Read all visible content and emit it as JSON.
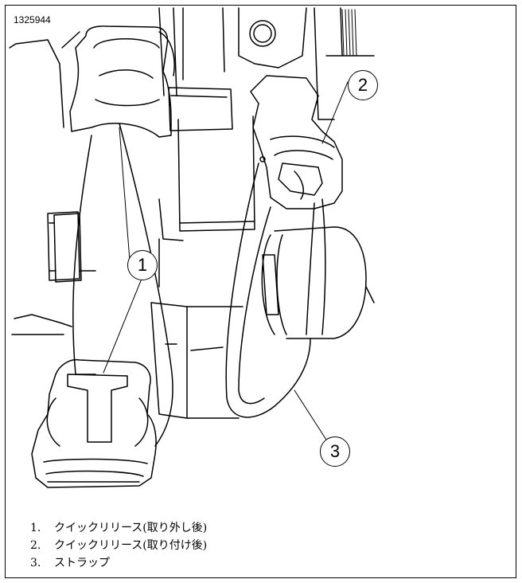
{
  "figure_id": "1325944",
  "callouts": [
    "1",
    "2",
    "3"
  ],
  "legend": [
    {
      "num": "1.",
      "text": "クイックリリース(取り外し後)"
    },
    {
      "num": "2.",
      "text": "クイックリリース(取り付け後)"
    },
    {
      "num": "3.",
      "text": "ストラップ"
    }
  ]
}
